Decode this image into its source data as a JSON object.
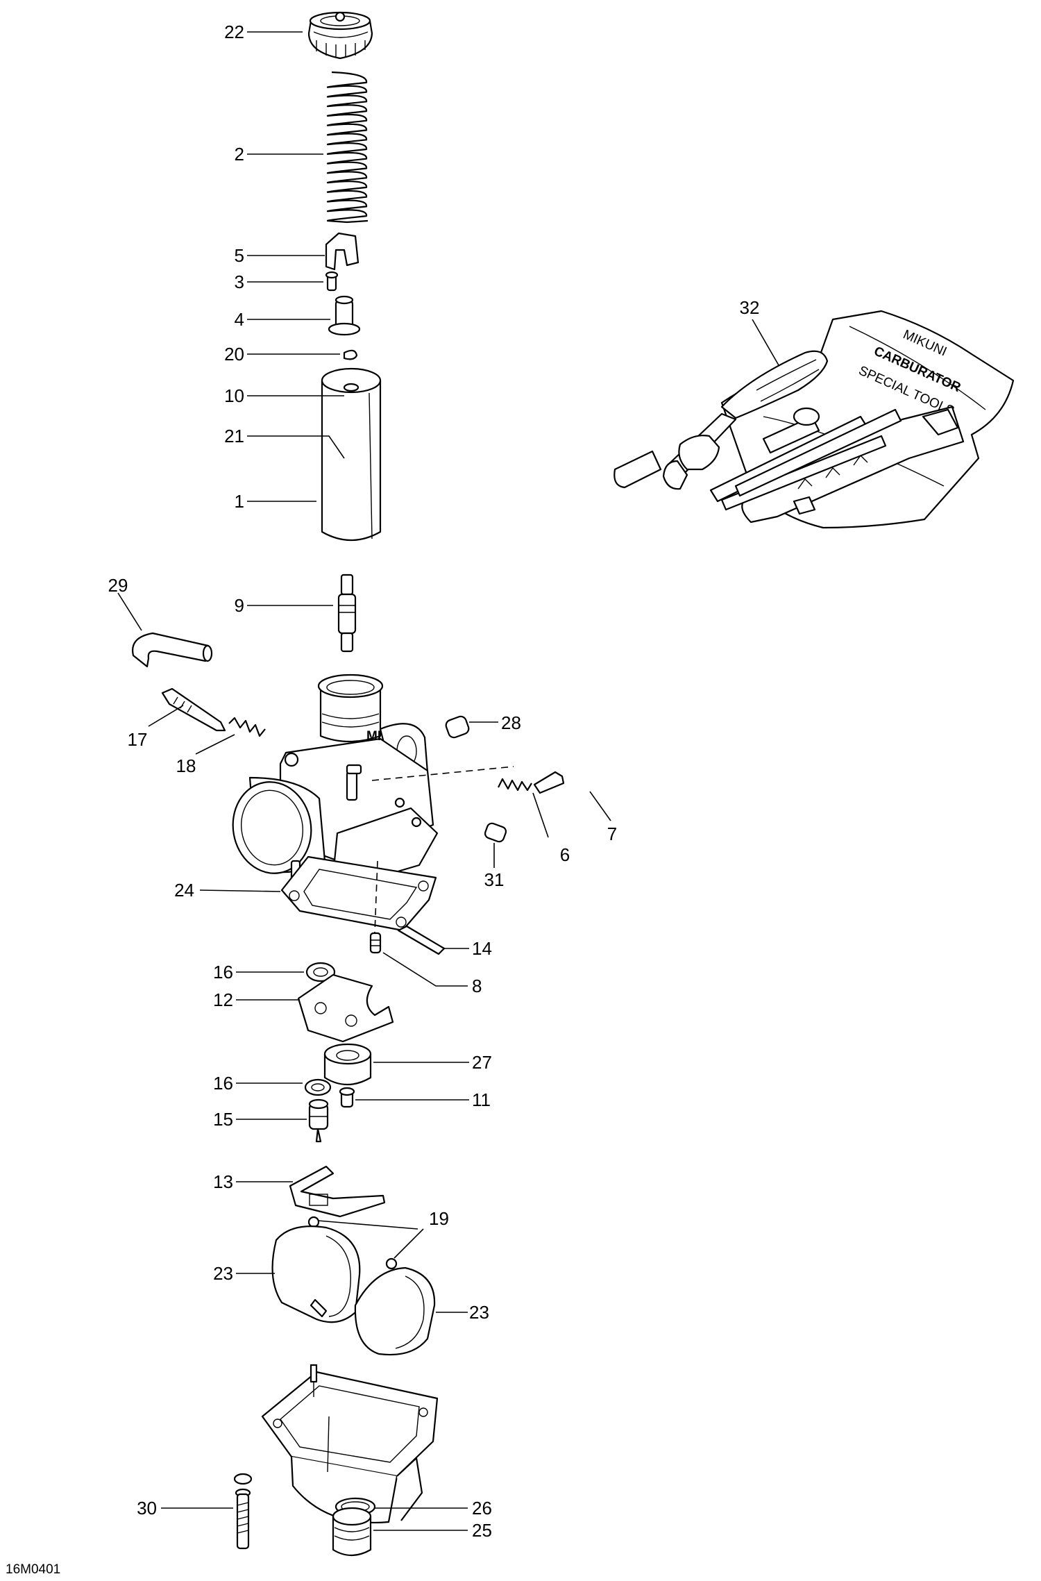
{
  "diagram": {
    "reference_code": "16M0401",
    "callouts": [
      {
        "id": "22",
        "label": "22"
      },
      {
        "id": "2",
        "label": "2"
      },
      {
        "id": "5",
        "label": "5"
      },
      {
        "id": "3",
        "label": "3"
      },
      {
        "id": "4",
        "label": "4"
      },
      {
        "id": "20",
        "label": "20"
      },
      {
        "id": "10",
        "label": "10"
      },
      {
        "id": "21",
        "label": "21"
      },
      {
        "id": "1",
        "label": "1"
      },
      {
        "id": "29",
        "label": "29"
      },
      {
        "id": "9",
        "label": "9"
      },
      {
        "id": "17",
        "label": "17"
      },
      {
        "id": "18",
        "label": "18"
      },
      {
        "id": "28",
        "label": "28"
      },
      {
        "id": "6",
        "label": "6"
      },
      {
        "id": "7",
        "label": "7"
      },
      {
        "id": "31",
        "label": "31"
      },
      {
        "id": "24",
        "label": "24"
      },
      {
        "id": "14",
        "label": "14"
      },
      {
        "id": "8",
        "label": "8"
      },
      {
        "id": "16a",
        "label": "16"
      },
      {
        "id": "12",
        "label": "12"
      },
      {
        "id": "27",
        "label": "27"
      },
      {
        "id": "16b",
        "label": "16"
      },
      {
        "id": "11",
        "label": "11"
      },
      {
        "id": "15",
        "label": "15"
      },
      {
        "id": "13",
        "label": "13"
      },
      {
        "id": "19",
        "label": "19"
      },
      {
        "id": "23a",
        "label": "23"
      },
      {
        "id": "23b",
        "label": "23"
      },
      {
        "id": "30",
        "label": "30"
      },
      {
        "id": "26",
        "label": "26"
      },
      {
        "id": "25",
        "label": "25"
      },
      {
        "id": "32",
        "label": "32"
      }
    ],
    "tool_kit": {
      "pouch_text_line1": "MIKUNI",
      "pouch_text_line2": "CARBURATOR",
      "pouch_text_line3": "SPECIAL TOOLS"
    },
    "carb_body_mark": "MI"
  }
}
